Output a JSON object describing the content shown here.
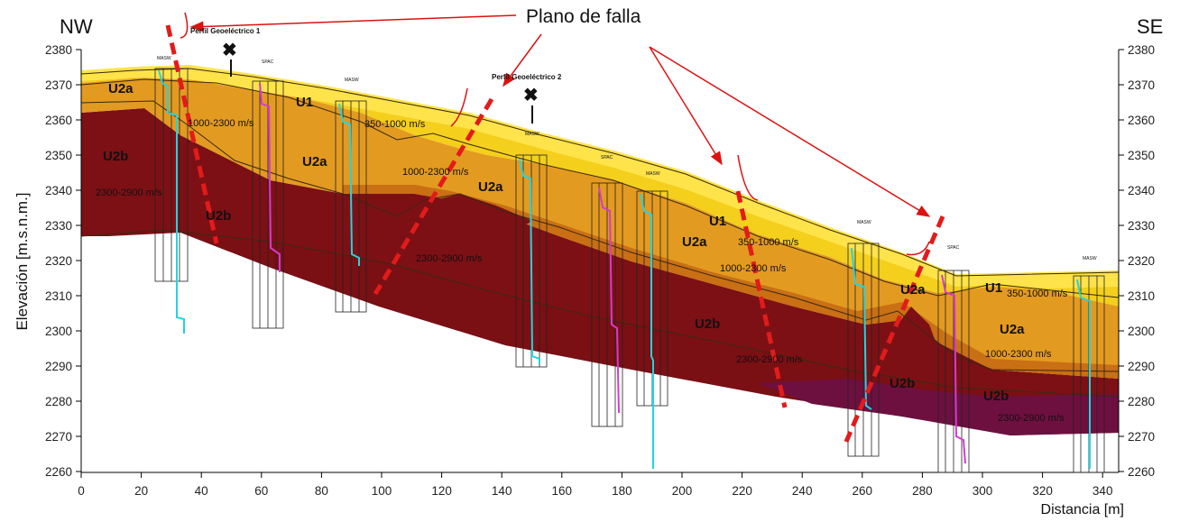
{
  "corners": {
    "left": "NW",
    "right": "SE"
  },
  "annotation": "Plano de falla",
  "profiles": [
    "Perfil Geoeléctrico 1",
    "Perfil Geoeléctrico 2"
  ],
  "y_axis": {
    "label": "Elevación [m.s.n.m.]",
    "ticks": [
      "2380",
      "2370",
      "2360",
      "2350",
      "2340",
      "2330",
      "2320",
      "2310",
      "2300",
      "2290",
      "2280",
      "2270",
      "2260"
    ]
  },
  "x_axis": {
    "label": "Distancia [m]",
    "ticks": [
      "0",
      "20",
      "40",
      "60",
      "80",
      "100",
      "120",
      "140",
      "160",
      "180",
      "200",
      "220",
      "240",
      "260",
      "280",
      "300",
      "320",
      "340"
    ]
  },
  "units": [
    {
      "id": "u2a-1",
      "name": "U2a"
    },
    {
      "id": "u2b-1",
      "name": "U2b"
    },
    {
      "id": "u2b-2",
      "name": "U2b"
    },
    {
      "id": "u1-1",
      "name": "U1"
    },
    {
      "id": "u2a-2",
      "name": "U2a"
    },
    {
      "id": "u2a-3",
      "name": "U2a"
    },
    {
      "id": "u1-2",
      "name": "U1"
    },
    {
      "id": "u2a-4",
      "name": "U2a"
    },
    {
      "id": "u2b-3",
      "name": "U2b"
    },
    {
      "id": "u2a-5",
      "name": "U2a"
    },
    {
      "id": "u1-3",
      "name": "U1"
    },
    {
      "id": "u2a-6",
      "name": "U2a"
    },
    {
      "id": "u2b-4",
      "name": "U2b"
    },
    {
      "id": "u2b-5",
      "name": "U2b"
    }
  ],
  "velocities": [
    {
      "id": "v1",
      "text": "1000-2300 m/s"
    },
    {
      "id": "v2",
      "text": "350-1000 m/s"
    },
    {
      "id": "v3",
      "text": "2300-2900 m/s"
    },
    {
      "id": "v4",
      "text": "1000-2300 m/s"
    },
    {
      "id": "v5",
      "text": "2300-2900 m/s"
    },
    {
      "id": "v6",
      "text": "350-1000 m/s"
    },
    {
      "id": "v7",
      "text": "1000-2300 m/s"
    },
    {
      "id": "v8",
      "text": "2300-2900 m/s"
    },
    {
      "id": "v9",
      "text": "350-1000 m/s"
    },
    {
      "id": "v10",
      "text": "1000-2300 m/s"
    },
    {
      "id": "v11",
      "text": "2300-2900 m/s"
    }
  ],
  "logs": [
    {
      "type": "MASW",
      "label": "MASW"
    },
    {
      "type": "SPAC",
      "label": "SPAC"
    },
    {
      "type": "MASW",
      "label": "MASW"
    },
    {
      "type": "MASW",
      "label": "MASW"
    },
    {
      "type": "SPAC",
      "label": "SPAC"
    },
    {
      "type": "MASW",
      "label": "MASW"
    },
    {
      "type": "MASW",
      "label": "MASW"
    },
    {
      "type": "SPAC",
      "label": "SPAC"
    },
    {
      "type": "MASW",
      "label": "MASW"
    }
  ],
  "colors": {
    "u1": "#f6d21a",
    "u1_light": "#ffe85a",
    "u2a": "#e8a020",
    "u2a_dark": "#c66a14",
    "u2b": "#7a0f14",
    "u2b_purple": "#6a0f3a",
    "fault": "#e21b1b",
    "arrow": "#dd1111",
    "masw": "#22d4e0",
    "spac": "#d43ad0"
  }
}
